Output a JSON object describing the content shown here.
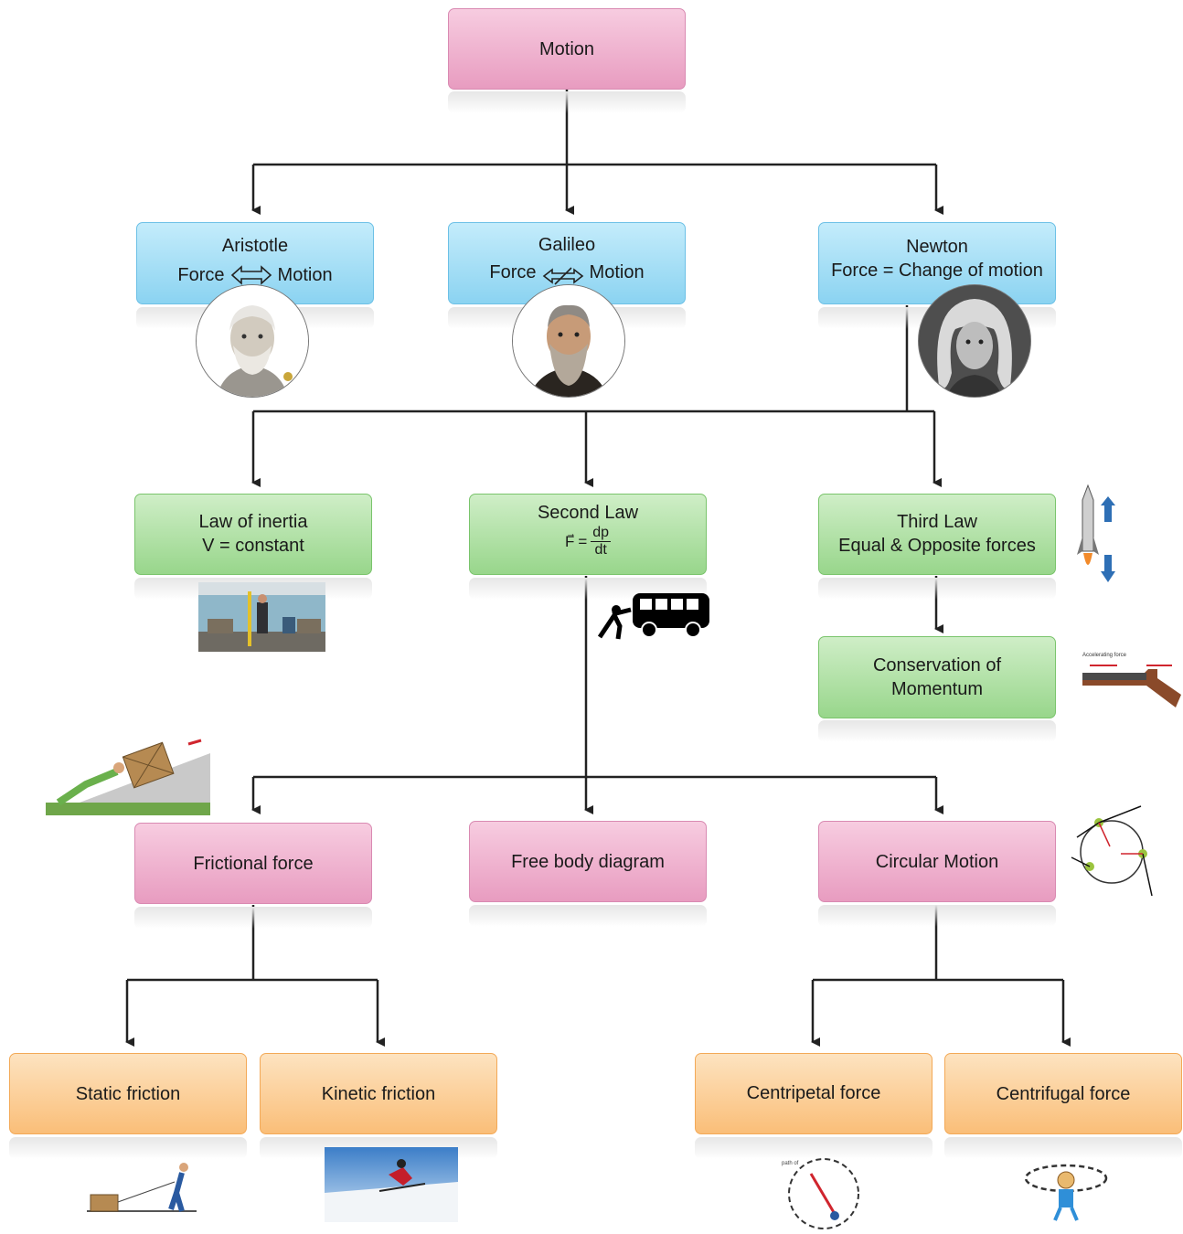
{
  "root": {
    "title": "Motion"
  },
  "scientists": {
    "aristotle": {
      "name": "Aristotle",
      "left": "Force",
      "right": "Motion"
    },
    "galileo": {
      "name": "Galileo",
      "left": "Force",
      "right": "Motion"
    },
    "newton": {
      "name": "Newton",
      "line": "Force = Change of motion"
    }
  },
  "laws": {
    "first": {
      "title": "Law of inertia",
      "line": "V = constant"
    },
    "second": {
      "title": "Second Law",
      "lhs": "F",
      "eq": "=",
      "num": "dp",
      "den": "dt"
    },
    "third": {
      "title": "Third Law",
      "line": "Equal & Opposite forces"
    },
    "momentum": {
      "line1": "Conservation of",
      "line2": "Momentum"
    }
  },
  "topics": {
    "friction": "Frictional force",
    "fbd": "Free body diagram",
    "circular": "Circular Motion"
  },
  "leaves": {
    "static": "Static friction",
    "kinetic": "Kinetic friction",
    "centripetal": "Centripetal force",
    "centrifugal": "Centrifugal force"
  },
  "colors": {
    "pink": "#e89cc0",
    "blue": "#8bd3f1",
    "green": "#98d68b",
    "orange": "#fabe78",
    "line": "#222222"
  }
}
